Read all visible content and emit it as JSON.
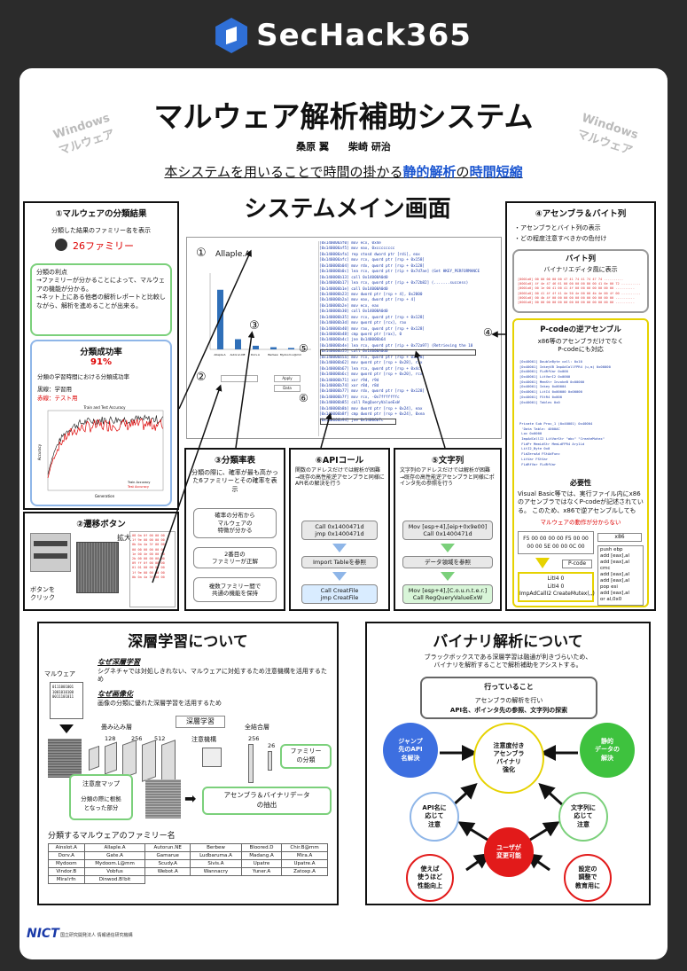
{
  "brand": {
    "name": "SecHack365"
  },
  "poster": {
    "title": "マルウェア解析補助システム",
    "authors": "桑原 翼　　柴崎 研治",
    "subtitle_pre": "本システムを用いることで時間の掛かる",
    "subtitle_hl1": "静的解析",
    "subtitle_mid": "の",
    "subtitle_hl2": "時間短縮",
    "watermark": "Windows\nマルウェア"
  },
  "classification": {
    "title": "①マルウェアの分類結果",
    "desc": "分類した結果のファミリー名を表示",
    "result": "26ファミリー",
    "merit": "分類の利点\n→ファミリーが分かることによって、マルウェアの機能が分かる。\n→ネット上にある他者の解析レポートと比較しながら、解析を進めることが出来る。",
    "rate_title": "分類成功率",
    "rate_value": "91%",
    "rate_desc": "分類の学習時間における分類成功率",
    "legend_black": "黒線：学習用",
    "legend_red": "赤線：テスト用",
    "chart_title": "Train and Test Accuracy",
    "chart_legend_train": "Train Accuracy",
    "chart_legend_test": "Test Accuracy",
    "xlabel": "Generation",
    "ylabel": "Accuracy"
  },
  "transition": {
    "title": "②遷移ボタン",
    "zoom": "拡大",
    "button_click": "ボタンを\nクリック"
  },
  "main_screen": {
    "title": "システムメイン画面",
    "family": "Allaple.A",
    "label1": "①",
    "label2": "②",
    "label3": "③",
    "label4": "④",
    "label5": "⑤",
    "label6": "⑥",
    "button_apply": "Apply",
    "button_data": "Data",
    "bar_labels": [
      "Allaple.A",
      "Autorun.NE",
      "Dorv.A",
      "Berbew",
      "Mydoom.L@mm"
    ],
    "code": "[0x140006af0] mov ecx, 0x4e\n[0x140006af5] mov eax, 0xcccccccc\n[0x140006afa] rep stosd dword ptr [rdi], eax\n[0x140006afc] mov rcx, qword ptr [rsp + 0x158]\n[0x140006b04] mov rdx, qword ptr [rsp + 0x128]\n[0x140006b0c] lea rcx, qword ptr [rip + 0x7d7ae] (Get HKEY_PERFORMANCE)\n[0x140006b13] call 0x14000A0d0\n[0x140006b17] lea rcx, qword ptr [rip + 0x72b82] (.......success)\n[0x140006b1e] call 0x14000A0d0\n[0x140006b23] mov dword ptr [rsp + 4], 0x2000\n[0x140006b2a] mov eax, dword ptr [rsp + 4]\n[0x140006b2e] mov ecx, eax\n[0x140006b30] call 0x14000A0d0\n[0x140006b35] mov rcx, qword ptr [rsp + 0x128]\n[0x140006b3d] mov qword ptr [rcx], rax\n[0x140006b40] mov rax, qword ptr [rsp + 0x128]\n[0x140006b48] cmp qword ptr [rax], 0\n[0x140006b4c] jne 0x140006b64\n[0x140006b4e] lea rcx, qword ptr [rip + 0x72a97] (Retrieving the 10\n[0x140006b55] call 0x14000A0d0\n[0x140006b5a] mov rcx, qword ptr [rsp + 0x128]\n[0x140006b62] mov qword ptr [rsp + 0x28], rax\n[0x140006b67] lea rcx, qword ptr [rsp + 0x4c]\n[0x140006b6c] mov qword ptr [rsp + 0x20], rcx\n[0x140006b71] xor r9d, r9d\n[0x140006b74] xor r8d, r8d\n[0x140006b77] mov rdx, qword ptr [rsp + 0x128]\n[0x140006b7f] mov rcx, -0x7fffffffc\n[0x140006b85] call RegQueryValueExW\n[0x140006b8b] mov dword ptr [rsp + 0x24], eax\n[0x140006b8f] cmp dword ptr [rsp + 0x24], 0xea\n[0x140006b94] jne 0x14006b7c"
  },
  "prob_table": {
    "title": "③分類率表",
    "desc": "分類の際に、確率が最も高かった6ファミリーとその確率を表示",
    "p1": "確率の分布から\nマルウェアの\n特徴が分かる",
    "p2": "2番目の\nファミリーが正解",
    "p3": "複数ファミリー間で\n共通の機能を保持"
  },
  "api_call": {
    "title": "⑥APIコール",
    "desc": "関数のアドレスだけでは解析が困難\n→既存の高性能逆アセンブラと同様にAPI名の解決を行う",
    "c1": "Call 0x1400471d\njmp 0x1400471d",
    "c2": "Import Tableを参照",
    "c3": "Call CreatFile\njmp CreatFile"
  },
  "strings": {
    "title": "⑤文字列",
    "desc": "文字列のアドレスだけでは解析が困難\n→既存の高性能逆アセンブラと同様にポインタ先の参照を行う",
    "c1": "Mov [esp+4],[eip+0x9e00]\nCall 0x1400471d",
    "c2": "データ領域を参照",
    "c3": "Mov [esp+4],[C.o.u.n.t.e.r.]\nCall RegQueryValueExW"
  },
  "asm_bytes": {
    "title": "④アセンブラ＆バイト列",
    "b1": "・アセンブラとバイト列の表示",
    "b2": "・どの程度注意すべきかの色付け",
    "byte_title": "バイト列",
    "byte_desc": "バイナリエディタ風に表示",
    "pcode_title": "P-codeの逆アセンブル",
    "pcode_desc": "x86等のアセンブラだけでなく\nP-codeにも対応",
    "need_title": "必要性",
    "need_desc": "Visual Basic等では、実行ファイル内にx86のアセンブラではなくP-codeが記述されている。\nこのため、x86で逆アセンブルしても",
    "need_red": "マルウェアの動作が分からない",
    "hex": "F5 00 00 00 00 F5 00 00\n00 00 5E 00 00 0C 00",
    "x86_label": "x86",
    "pcode_label": "P-code",
    "x86_code": "push ebp\nadd [eax],al\nadd [eax],al\ncmc\nadd [eax],al\nadd [eax],al\npop esi\nadd [eax],al\nor al,0x0",
    "pcode_code": "LitI4 0\nLitI4 0\nImpAdCallI2 CreateMutex(,,)"
  },
  "deep": {
    "title": "深層学習について",
    "q1": "なぜ深層学習",
    "a1": "シグネチャでは対処しきれない、マルウェアに対処するため注意機構を活用するため",
    "q2": "なぜ画像化",
    "a2": "画像の分類に優れた深層学習を活用するため",
    "malware": "マルウェア",
    "bits": "0111001001\n1001010100\n0011101011",
    "conv": "畳み込み層",
    "attn": "注意機構",
    "fc": "全結合層",
    "dl": "深層学習",
    "n128": "128",
    "n256": "256",
    "n512": "512",
    "n256b": "256",
    "n26": "26",
    "family_cls": "ファミリー\nの分類",
    "attn_map": "注意度マップ",
    "attn_desc": "分類の際に根拠\nとなった部分",
    "extract": "アセンブラ＆バイナリデータ\nの抽出",
    "families_title": "分類するマルウェアのファミリー名",
    "families": [
      [
        "Ainslot.A",
        "Allaple.A",
        "Autorun.NE",
        "Berbew",
        "Bloored.D",
        "Chir.B@mm"
      ],
      [
        "Dorv.A",
        "Gate.A",
        "Gamarue",
        "Ludbaruma.A",
        "Madang.A",
        "Mira.A"
      ],
      [
        "Mydoom",
        "Mydoom.L@mm",
        "Scudy.A",
        "Sivis.A",
        "Upatre",
        "Upatre.A"
      ],
      [
        "Vindor.B",
        "Vobfus",
        "Webot.A",
        "Wannacry",
        "Yuner.A",
        "Zatoxp.A"
      ],
      [
        "Mira!rfn",
        "Dinwod.B!bit"
      ]
    ]
  },
  "binary": {
    "title": "バイナリ解析について",
    "desc": "ブラックボックスである深層学習は融通が利きづらいため、\nバイナリを解析することで解析補助をアシストする。",
    "doing_title": "行っていること",
    "doing1": "アセンブラの解析を行い",
    "doing2": "API名、ポインタ先の参照、文字列の探索",
    "n1": "ジャンプ\n先のAPI\n名解決",
    "n2": "注意度付き\nアセンブラ\nバイナリ\n強化",
    "n3": "静的\nデータの\n解決",
    "n4": "API名に\n応じて\n注意",
    "n5": "文字列に\n応じて\n注意",
    "n6": "ユーザが\n変更可能",
    "n7": "使えば\n使うほど\n性能向上",
    "n8": "設定の\n調整で\n教育用に"
  },
  "footer": {
    "org": "NICT",
    "org_sub": "国立研究開発法人 情報通信研究機構"
  }
}
